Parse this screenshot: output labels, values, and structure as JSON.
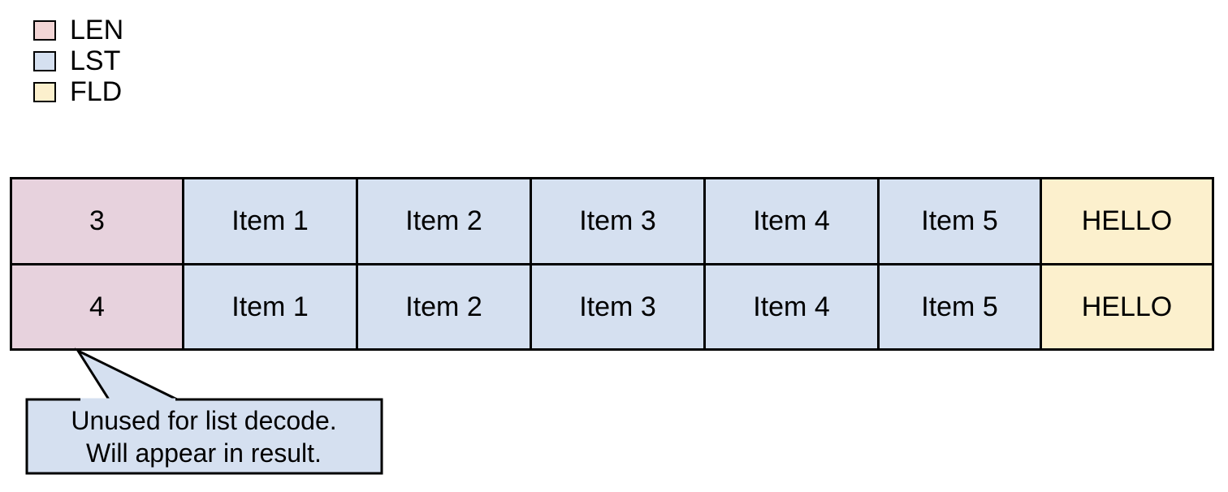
{
  "colors": {
    "len_fill": "#e7d2dd",
    "len_legend_fill": "#f2d5d5",
    "lst_fill": "#d5e0f0",
    "fld_fill": "#fcf0cd",
    "stroke": "#000000",
    "callout_fill": "#d5e0f0",
    "background": "#ffffff"
  },
  "legend": {
    "items": [
      {
        "label": "LEN",
        "swatch": "len-swatch",
        "color": "#f2d5d5"
      },
      {
        "label": "LST",
        "swatch": "lst-swatch",
        "color": "#d5e0f0"
      },
      {
        "label": "FLD",
        "swatch": "fld-swatch",
        "color": "#fcf0cd"
      }
    ]
  },
  "table": {
    "rows": [
      {
        "len": "3",
        "list": [
          "Item 1",
          "Item 2",
          "Item 3",
          "Item 4",
          "Item 5"
        ],
        "fld": "HELLO"
      },
      {
        "len": "4",
        "list": [
          "Item 1",
          "Item 2",
          "Item 3",
          "Item 4",
          "Item 5"
        ],
        "fld": "HELLO"
      }
    ]
  },
  "callout": {
    "line1": "Unused for list decode.",
    "line2": "Will appear in result."
  }
}
